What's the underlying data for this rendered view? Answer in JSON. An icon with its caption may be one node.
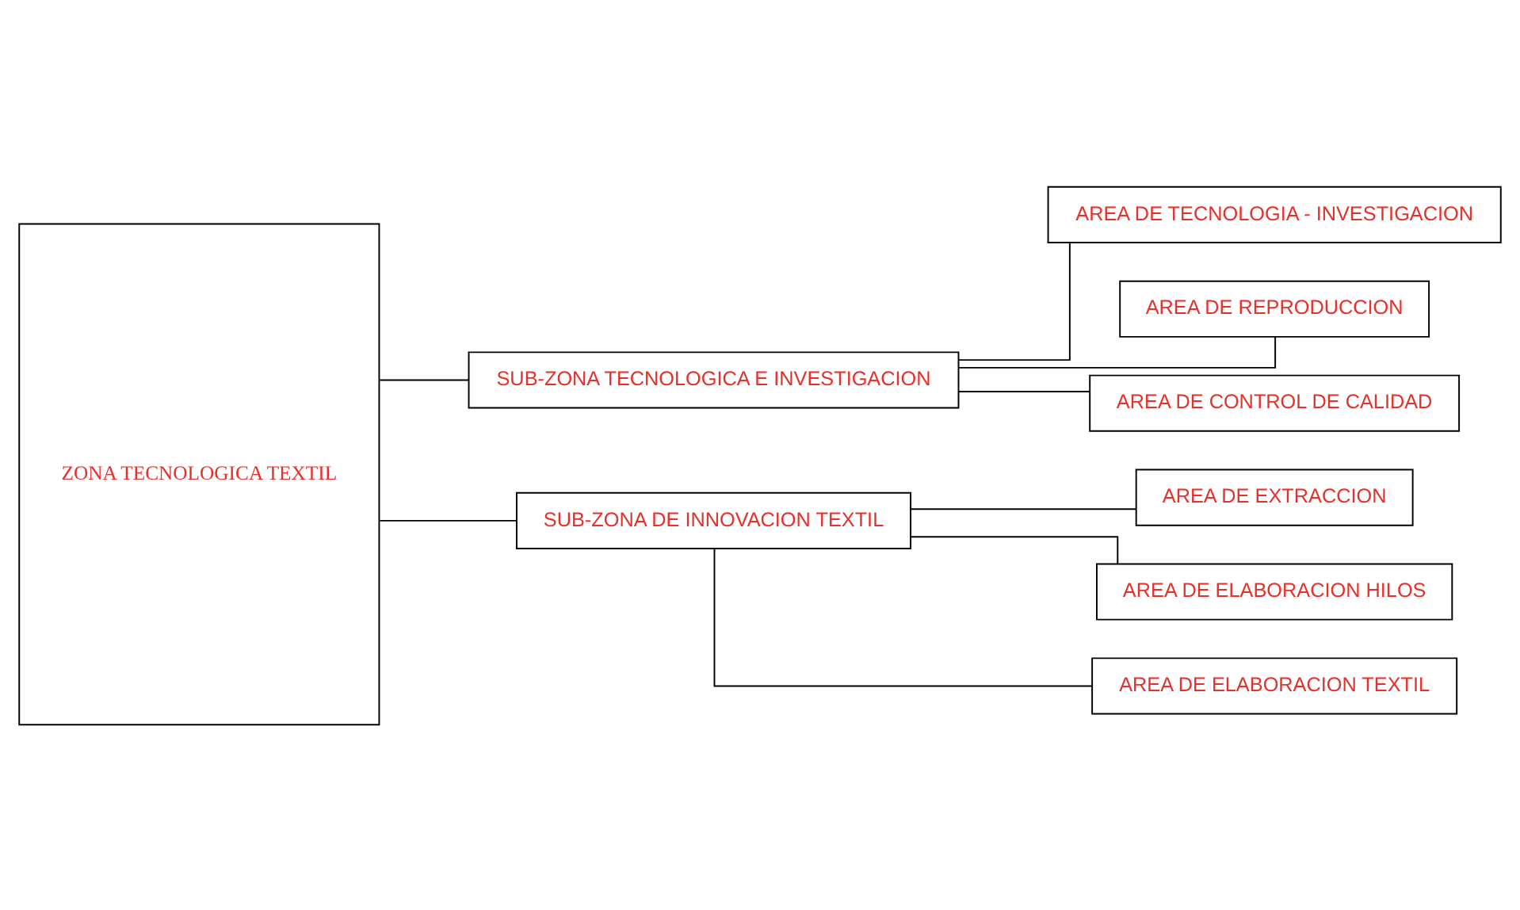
{
  "diagram": {
    "nodes": [
      {
        "text": [
          "ZONA TECNOLOGICA TEXTIL"
        ]
      },
      {
        "text": [
          "SUB-ZONA TECNOLOGICA E INVESTIGACION"
        ]
      },
      {
        "text": [
          "AREA DE TECNOLOGIA - INVESTIGACION"
        ]
      },
      {
        "text": [
          "AREA DE REPRODUCCION"
        ]
      },
      {
        "text": [
          "AREA DE CONTROL DE CALIDAD"
        ]
      },
      {
        "text": [
          "SUB-ZONA DE INNOVACION TEXTIL"
        ]
      },
      {
        "text": [
          "AREA DE EXTRACCION"
        ]
      },
      {
        "text": [
          "AREA DE ELABORACION HILOS"
        ]
      },
      {
        "text": [
          "AREA DE ELABORACION TEXTIL"
        ]
      }
    ],
    "edges": [
      {
        "from": 0,
        "to": 1,
        "arrow": "none"
      },
      {
        "from": 1,
        "to": 2,
        "arrow": "none"
      },
      {
        "from": 1,
        "to": 3,
        "arrow": "none"
      },
      {
        "from": 1,
        "to": 4,
        "arrow": "none"
      },
      {
        "from": 0,
        "to": 5,
        "arrow": "none"
      },
      {
        "from": 5,
        "to": 6,
        "arrow": "none"
      },
      {
        "from": 5,
        "to": 7,
        "arrow": "none"
      },
      {
        "from": 5,
        "to": 8,
        "arrow": "none"
      }
    ]
  }
}
